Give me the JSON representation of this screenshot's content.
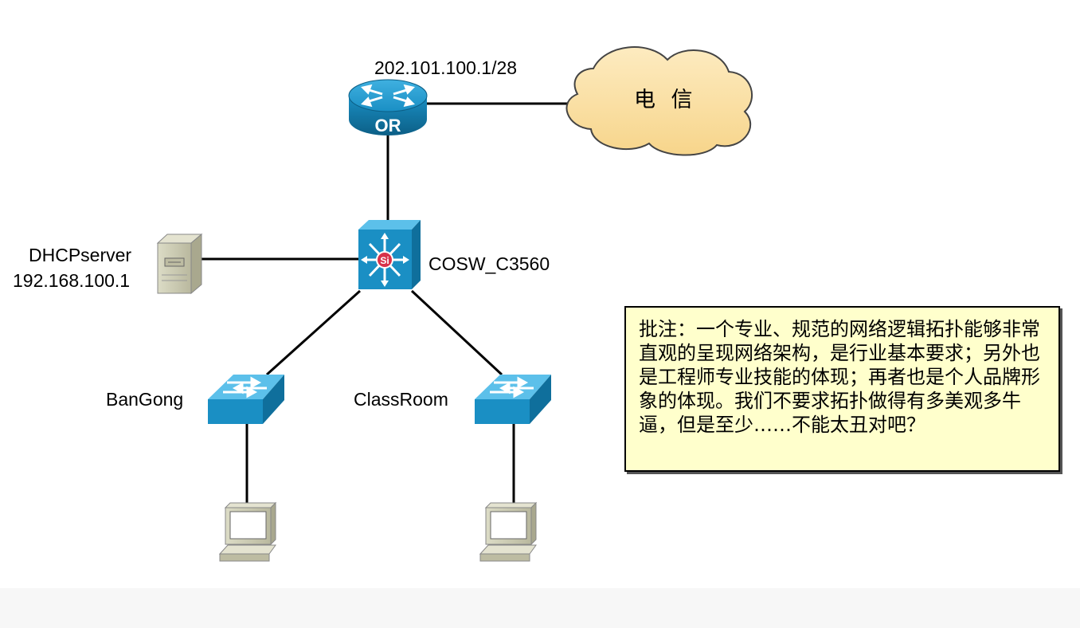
{
  "router": {
    "ip_label": "202.101.100.1/28",
    "badge": "OR"
  },
  "cloud": {
    "label": "电 信"
  },
  "core_switch": {
    "label": "COSW_C3560",
    "badge": "Si"
  },
  "dhcp_server": {
    "name": "DHCPserver",
    "ip": "192.168.100.1"
  },
  "access_switches": [
    {
      "label": "BanGong"
    },
    {
      "label": "ClassRoom"
    }
  ],
  "annotation": {
    "text": "批注：一个专业、规范的网络逻辑拓扑能够非常直观的呈现网络架构，是行业基本要求；另外也是工程师专业技能的体现；再者也是个人品牌形象的体现。我们不要求拓扑做得有多美观多牛逼，但是至少……不能太丑对吧？"
  },
  "colors": {
    "device_blue": "#1a8fc4",
    "device_blue_dark": "#0f6f9c",
    "cloud_fill": "#fbe2a6",
    "note_fill": "#ffffcc",
    "server_beige": "#c9c8b0"
  }
}
